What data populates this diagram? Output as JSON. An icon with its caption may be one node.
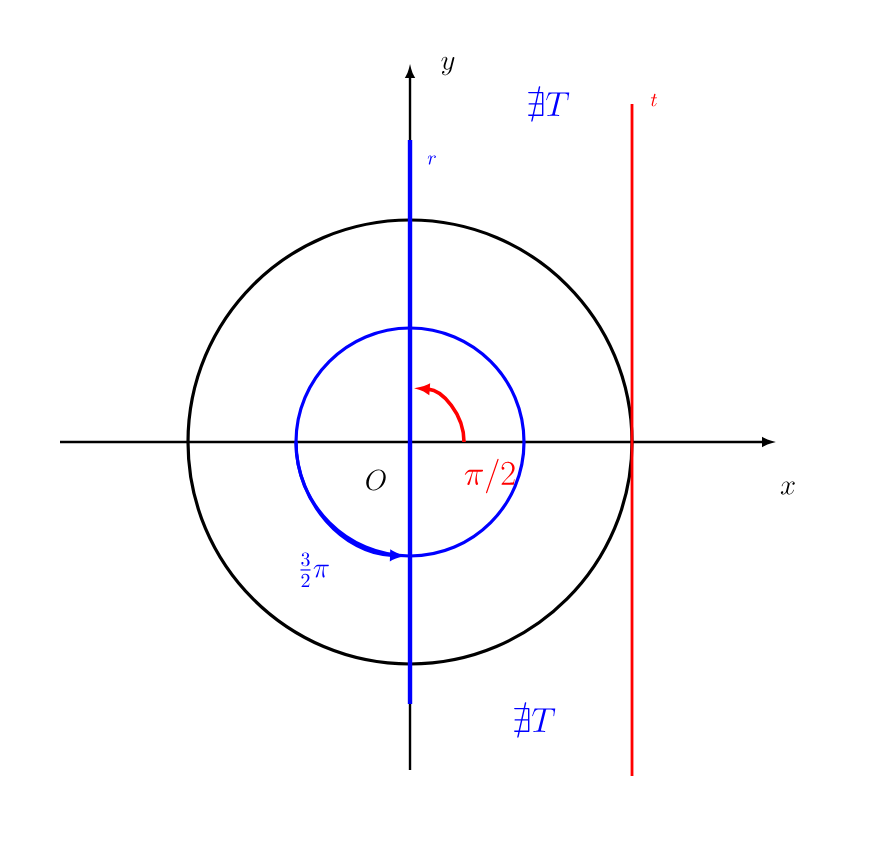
{
  "diagram": {
    "labels": [
      "y",
      "r",
      "\\nexists T",
      "t",
      "O",
      "\\pi/2",
      "x",
      "\\frac{3}{2}\\pi",
      "\\nexists T"
    ]
  }
}
